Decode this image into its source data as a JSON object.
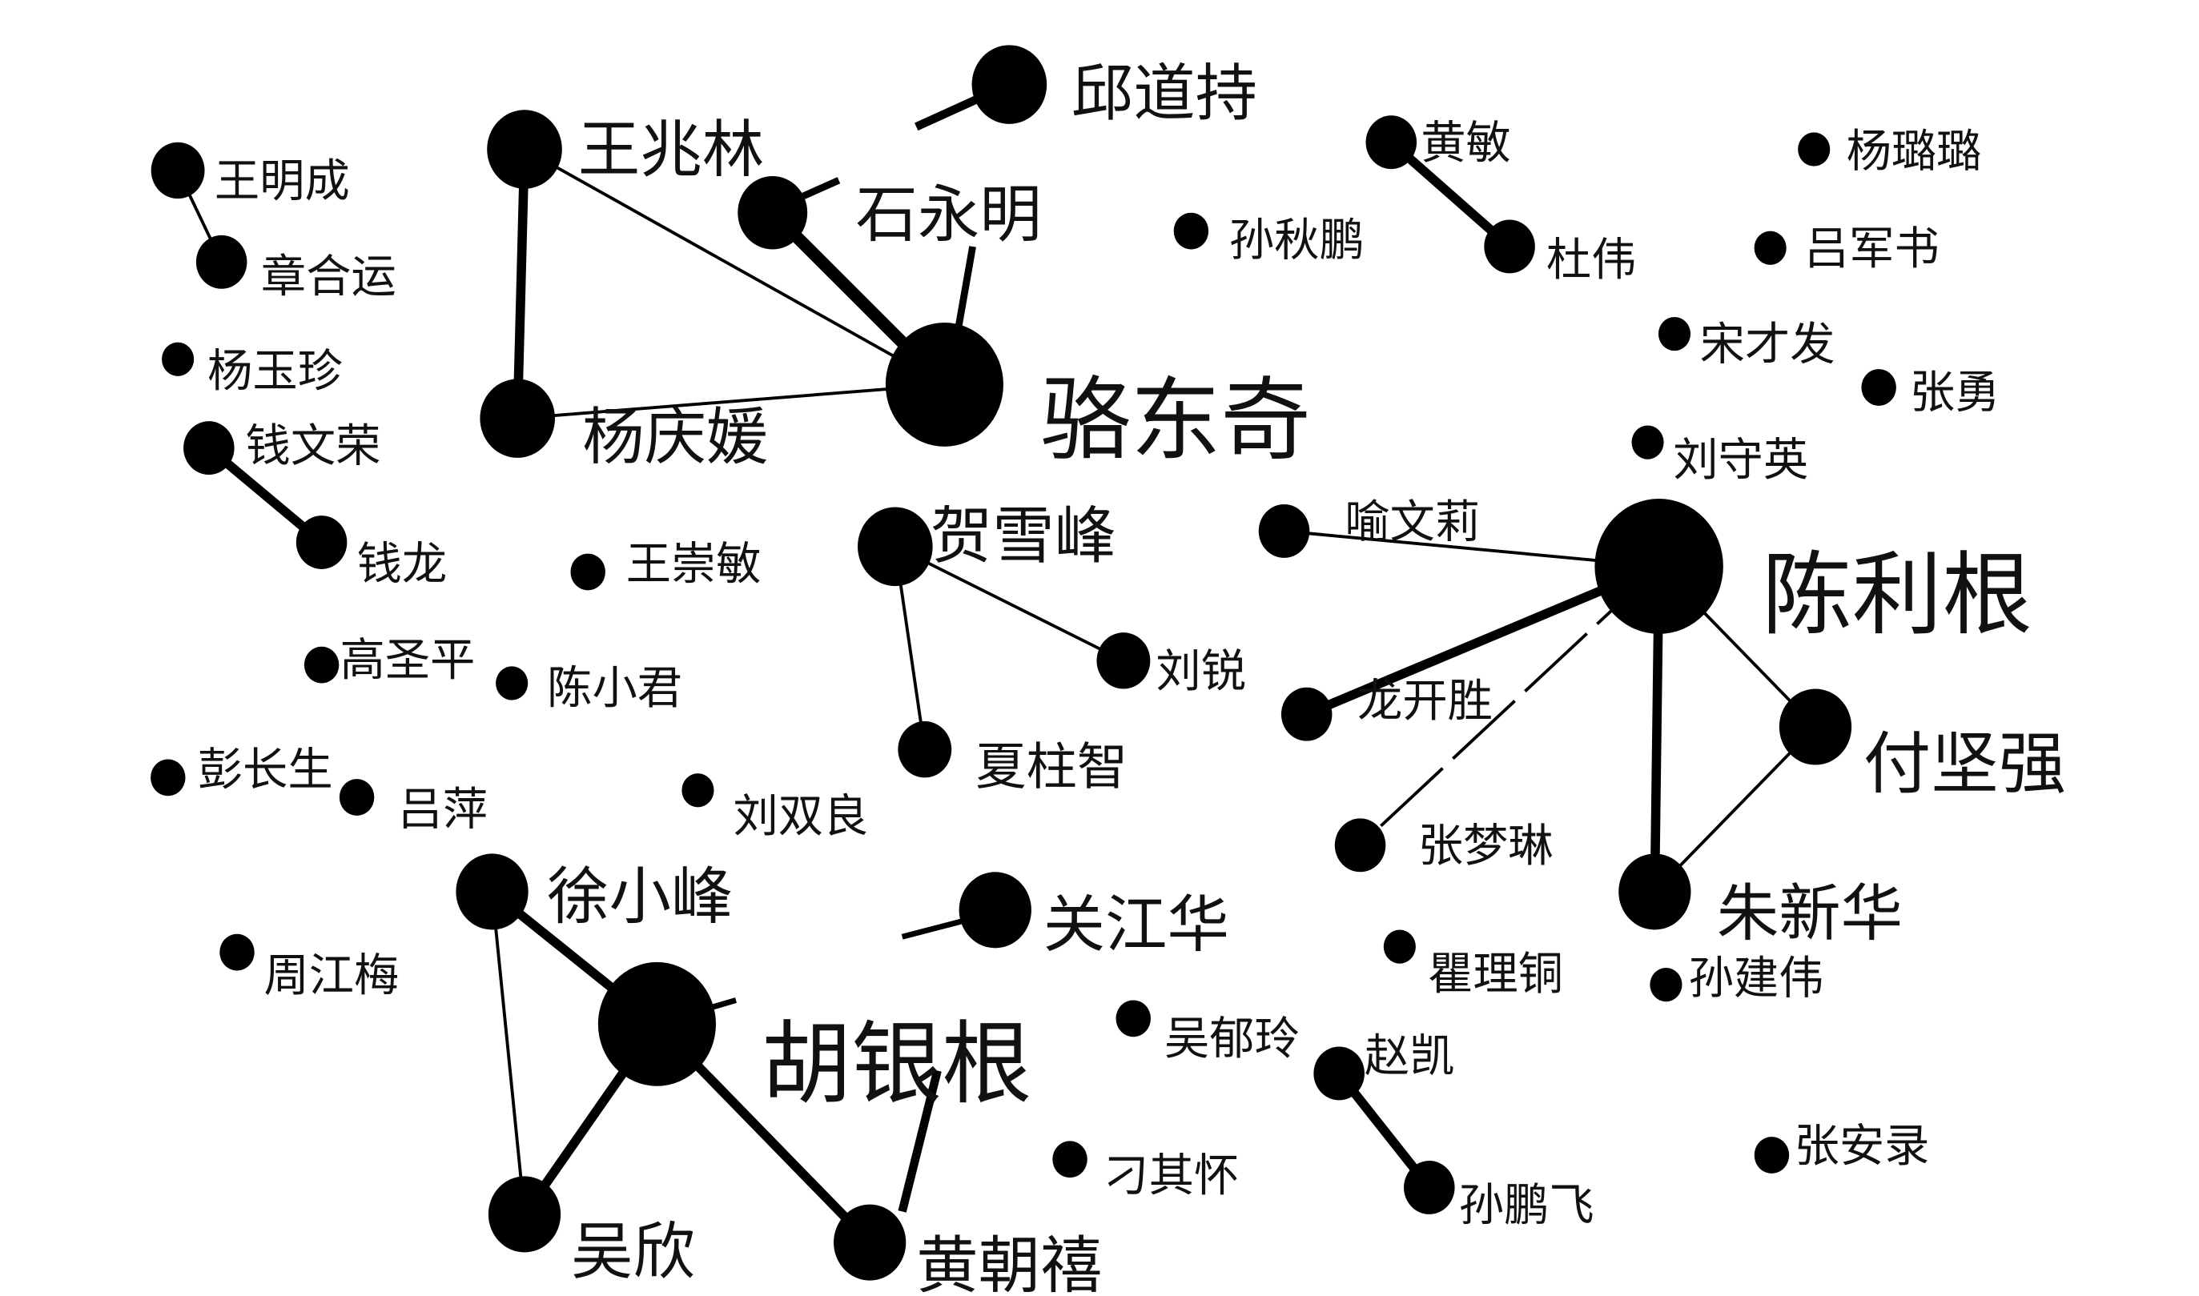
{
  "nodes": [
    "王明成",
    "章合运",
    "杨玉珍",
    "钱文荣",
    "钱龙",
    "王兆林",
    "杨庆媛",
    "石永明",
    "邱道持",
    "骆东奇",
    "王崇敏",
    "高圣平",
    "陈小君",
    "彭长生",
    "吕萍",
    "刘双良",
    "贺雪峰",
    "刘锐",
    "夏柱智",
    "徐小峰",
    "周江梅",
    "胡银根",
    "关江华",
    "吴欣",
    "黄朝禧",
    "吴郁玲",
    "刁其怀",
    "孙秋鹏",
    "黄敏",
    "杜伟",
    "杨璐璐",
    "吕军书",
    "宋才发",
    "张勇",
    "刘守英",
    "喻文莉",
    "陈利根",
    "龙开胜",
    "张梦琳",
    "付坚强",
    "朱新华",
    "瞿理铜",
    "孙建伟",
    "赵凯",
    "孙鹏飞",
    "张安录"
  ],
  "edges": [
    {
      "from": "王明成",
      "to": "章合运",
      "weight": 1
    },
    {
      "from": "钱文荣",
      "to": "钱龙",
      "weight": 3
    },
    {
      "from": "王兆林",
      "to": "杨庆媛",
      "weight": 3
    },
    {
      "from": "王兆林",
      "to": "骆东奇",
      "weight": 1
    },
    {
      "from": "石永明",
      "to": "骆东奇",
      "weight": 4
    },
    {
      "from": "杨庆媛",
      "to": "骆东奇",
      "weight": 1
    },
    {
      "from": "黄敏",
      "to": "杜伟",
      "weight": 3
    },
    {
      "from": "贺雪峰",
      "to": "刘锐",
      "weight": 1
    },
    {
      "from": "贺雪峰",
      "to": "夏柱智",
      "weight": 1
    },
    {
      "from": "喻文莉",
      "to": "陈利根",
      "weight": 1
    },
    {
      "from": "陈利根",
      "to": "龙开胜",
      "weight": 3
    },
    {
      "from": "陈利根",
      "to": "张梦琳",
      "weight": 1
    },
    {
      "from": "陈利根",
      "to": "朱新华",
      "weight": 3
    },
    {
      "from": "陈利根",
      "to": "付坚强",
      "weight": 1
    },
    {
      "from": "付坚强",
      "to": "朱新华",
      "weight": 1
    },
    {
      "from": "徐小峰",
      "to": "胡银根",
      "weight": 3
    },
    {
      "from": "徐小峰",
      "to": "吴欣",
      "weight": 1
    },
    {
      "from": "胡银根",
      "to": "吴欣",
      "weight": 3
    },
    {
      "from": "胡银根",
      "to": "黄朝禧",
      "weight": 3
    },
    {
      "from": "赵凯",
      "to": "孙鹏飞",
      "weight": 3
    }
  ]
}
